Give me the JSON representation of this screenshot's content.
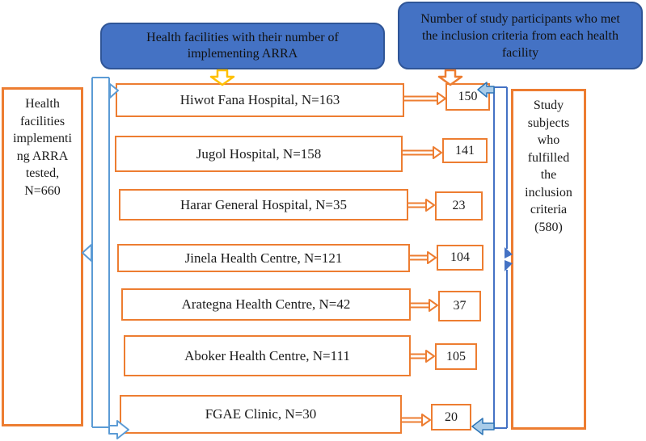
{
  "figure": {
    "left_callout": "Health facilities with their number of\nimplementing ARRA",
    "right_callout": "Number of study participants who met\nthe inclusion criteria from each health\nfacility",
    "left_summary": "Health\nfacilities\nimplementi\nng ARRA\ntested,\nN=660",
    "right_summary": "Study\nsubjects\nwho\nfulfilled\nthe\ninclusion\ncriteria\n(580)"
  },
  "facilities": [
    {
      "label": "Hiwot Fana Hospital, N=163",
      "count": "150"
    },
    {
      "label": "Jugol Hospital, N=158",
      "count": "141"
    },
    {
      "label": "Harar General Hospital, N=35",
      "count": "23"
    },
    {
      "label": "Jinela Health Centre, N=121",
      "count": "104"
    },
    {
      "label": "Arategna Health Centre, N=42",
      "count": "37"
    },
    {
      "label": "Aboker Health Centre, N=111",
      "count": "105"
    },
    {
      "label": "FGAE Clinic, N=30",
      "count": "20"
    }
  ],
  "colors": {
    "orange": "#ED7D31",
    "blue_fill": "#4472C4",
    "blue_border": "#2F5597",
    "light_blue": "#5B9BD5",
    "light_blue_arrow_fill": "#A9CCE9",
    "yellow": "#FFC000",
    "text": "#1B1B1B"
  }
}
